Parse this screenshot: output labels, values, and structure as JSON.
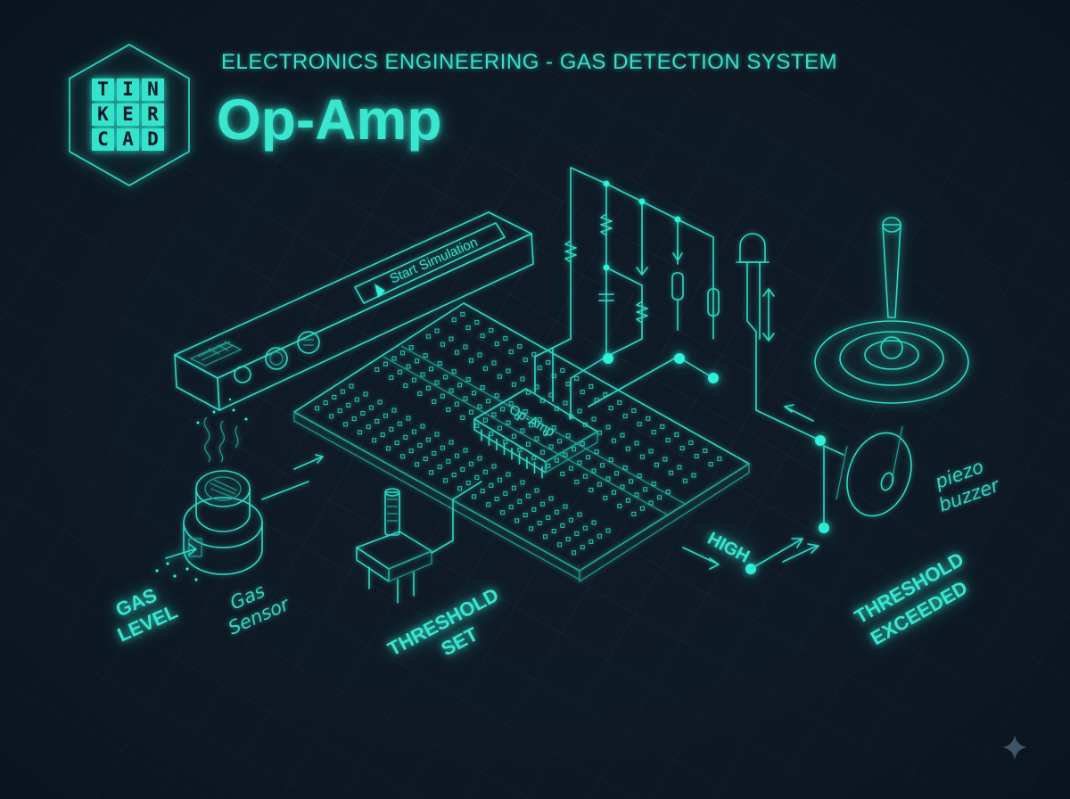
{
  "header": {
    "subtitle": "ELECTRONICS ENGINEERING - GAS DETECTION SYSTEM",
    "title": "Op-Amp"
  },
  "logo": {
    "rows": [
      [
        "T",
        "I",
        "N"
      ],
      [
        "K",
        "E",
        "R"
      ],
      [
        "C",
        "A",
        "D"
      ]
    ]
  },
  "simulator": {
    "button_label": "Start Simulation"
  },
  "components": {
    "opamp_label": "Op-Amp"
  },
  "labels": {
    "gas_level_1": "GAS",
    "gas_level_2": "LEVEL",
    "gas_sensor_1": "Gas",
    "gas_sensor_2": "Sensor",
    "threshold_set_1": "THRESHOLD",
    "threshold_set_2": "SET",
    "high": "HIGH",
    "threshold_exceeded_1": "THRESHOLD",
    "threshold_exceeded_2": "EXCEEDED",
    "piezo_1": "piezo",
    "piezo_2": "buzzer"
  },
  "colors": {
    "background": "#0f1a26",
    "accent": "#2fd9c4",
    "accent_bright": "#39e7cf"
  },
  "icons": [
    "tinkercad-logo-icon",
    "play-icon",
    "warning-exclamation-icon",
    "sparkle-icon"
  ]
}
